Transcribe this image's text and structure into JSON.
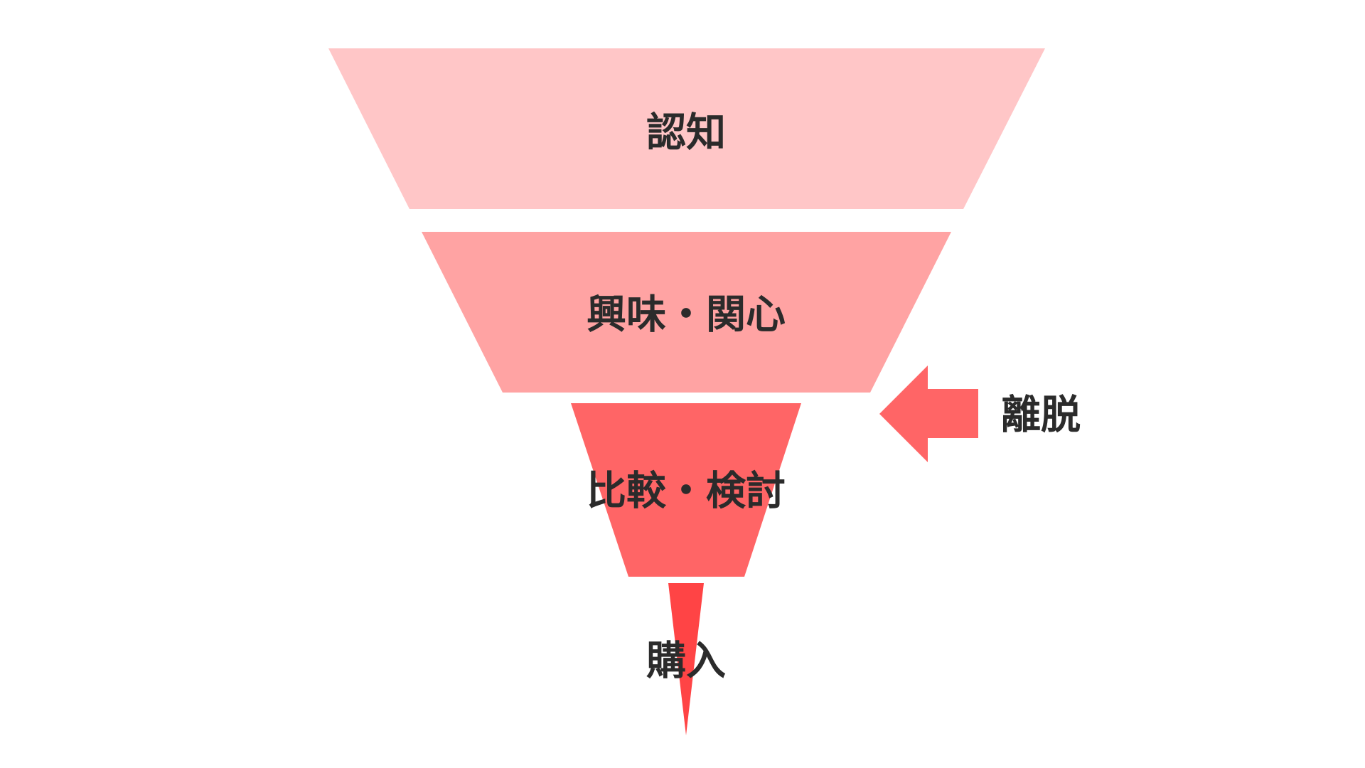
{
  "funnel": {
    "stages": [
      {
        "label": "認知",
        "color": "#ffc6c7"
      },
      {
        "label": "興味・関心",
        "color": "#ffa3a3"
      },
      {
        "label": "比較・検討",
        "color": "#ff6566"
      },
      {
        "label": "購入",
        "color": "#ff4445"
      }
    ]
  },
  "dropout": {
    "label": "離脱",
    "arrow_color": "#ff6566",
    "arrow_direction": "left"
  },
  "text_color": "#2b2b2b"
}
